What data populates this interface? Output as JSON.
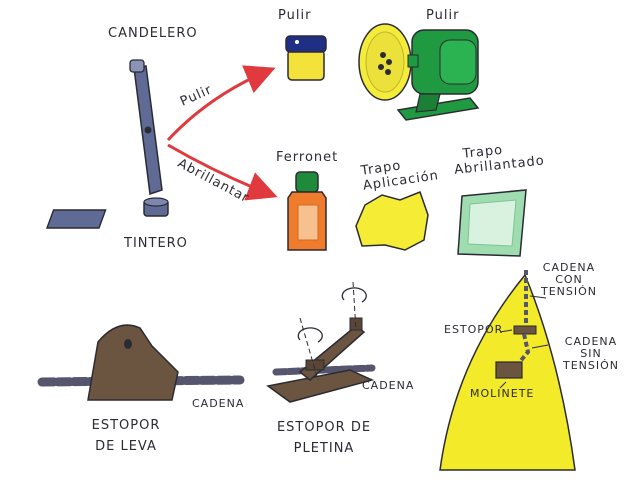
{
  "labels": {
    "candelero": "CANDELERO",
    "tintero": "TINTERO",
    "pulir_arrow": "Pulir",
    "abrillantar_arrow": "Abrillantar",
    "pulir_jar": "Pulir",
    "pulir_machine": "Pulir",
    "ferronet": "Ferronet",
    "trapo_aplicacion": [
      "Trapo",
      "Aplicación"
    ],
    "trapo_abrillantado": [
      "Trapo",
      "Abrillantado"
    ],
    "estopor_leva": [
      "ESTOPOR",
      "DE LEVA"
    ],
    "cadena_leva": "CADENA",
    "estopor_pletina": [
      "ESTOPOR DE",
      "PLETINA"
    ],
    "cadena_pletina": "CADENA",
    "cadena_con_tension": [
      "CADENA",
      "CON",
      "TENSIÓN"
    ],
    "estopor_bow": "ESTOPOR",
    "cadena_sin_tension": [
      "CADENA",
      "SIN",
      "TENSIÓN"
    ],
    "molinete": "MOLINETE"
  },
  "colors": {
    "ink": "#2b2b33",
    "arrow": "#e0393e",
    "stanchion": "#5f6a95",
    "polish_jar": "#f3e23a",
    "jar_lid": "#1f2f86",
    "machine": "#1f9a40",
    "wheel": "#f4ec3a",
    "bottle": "#ef7b2c",
    "bottle_cap": "#1f8a3a",
    "cloth_yellow": "#f5ec36",
    "cloth_green": "#9fdcb0",
    "stopper": "#6b5440",
    "chain": "#55556e",
    "hull": "#f3ea2a"
  }
}
